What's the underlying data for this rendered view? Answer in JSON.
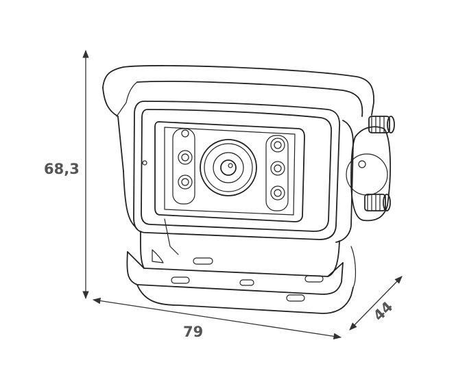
{
  "dimensions": {
    "height": "68,3",
    "width": "79",
    "depth": "44"
  }
}
